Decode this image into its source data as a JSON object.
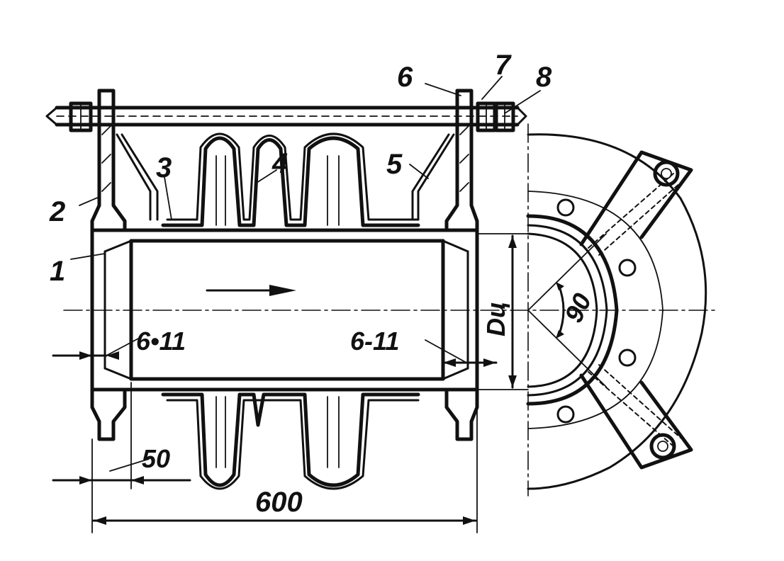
{
  "labels": {
    "part_1": "1",
    "part_2": "2",
    "part_3": "3",
    "part_4": "4",
    "part_5": "5",
    "part_6": "6",
    "part_7": "7",
    "part_8": "8"
  },
  "dimensions": {
    "weld_left": "6•11",
    "weld_right": "6-11",
    "offset": "50",
    "length": "600",
    "diameter": "Dц",
    "angle": "90"
  }
}
